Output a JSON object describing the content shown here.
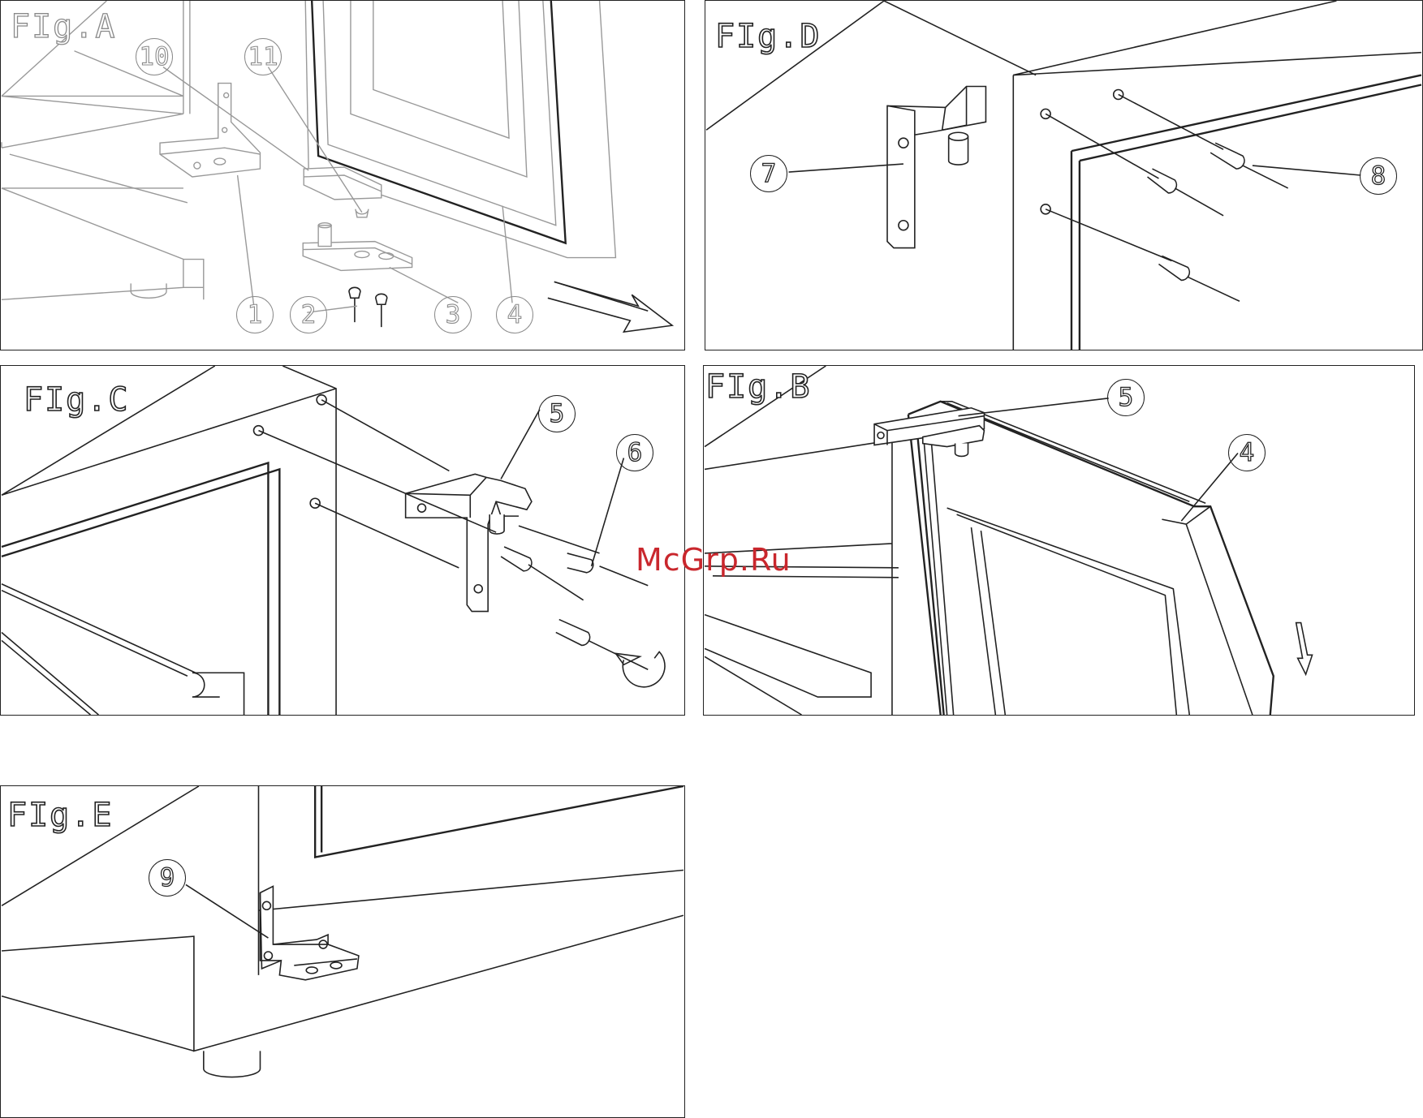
{
  "figures": {
    "fig_a": {
      "title": "FIg.A",
      "callouts": [
        "10",
        "11",
        "1",
        "2",
        "3",
        "4"
      ]
    },
    "fig_d": {
      "title": "FIg.D",
      "callouts": [
        "7",
        "8"
      ]
    },
    "fig_c": {
      "title": "FIg.C",
      "callouts": [
        "5",
        "6"
      ]
    },
    "fig_b": {
      "title": "FIg.B",
      "callouts": [
        "5",
        "4"
      ]
    },
    "fig_e": {
      "title": "FIg.E",
      "callouts": [
        "9"
      ]
    }
  },
  "watermark": "McGrp.Ru",
  "colors": {
    "line": "#222222",
    "dim_line": "#8a8a8a",
    "watermark": "#c9272d"
  }
}
